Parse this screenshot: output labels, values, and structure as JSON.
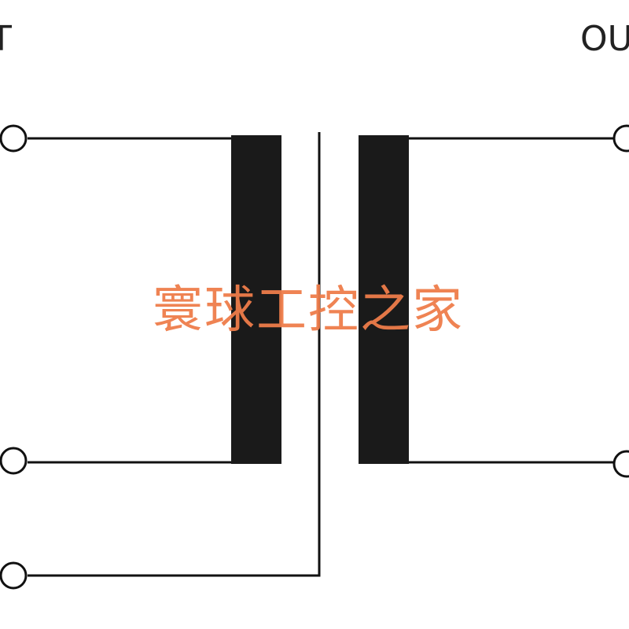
{
  "labels": {
    "input_partial": "T",
    "output_partial": "OU"
  },
  "watermark": {
    "text": "寰球工控之家"
  },
  "colors": {
    "line": "#111111",
    "core": "#1a1a1a",
    "terminal_fill": "#ffffff",
    "watermark": "#ee7c4a",
    "background": "#ffffff"
  }
}
